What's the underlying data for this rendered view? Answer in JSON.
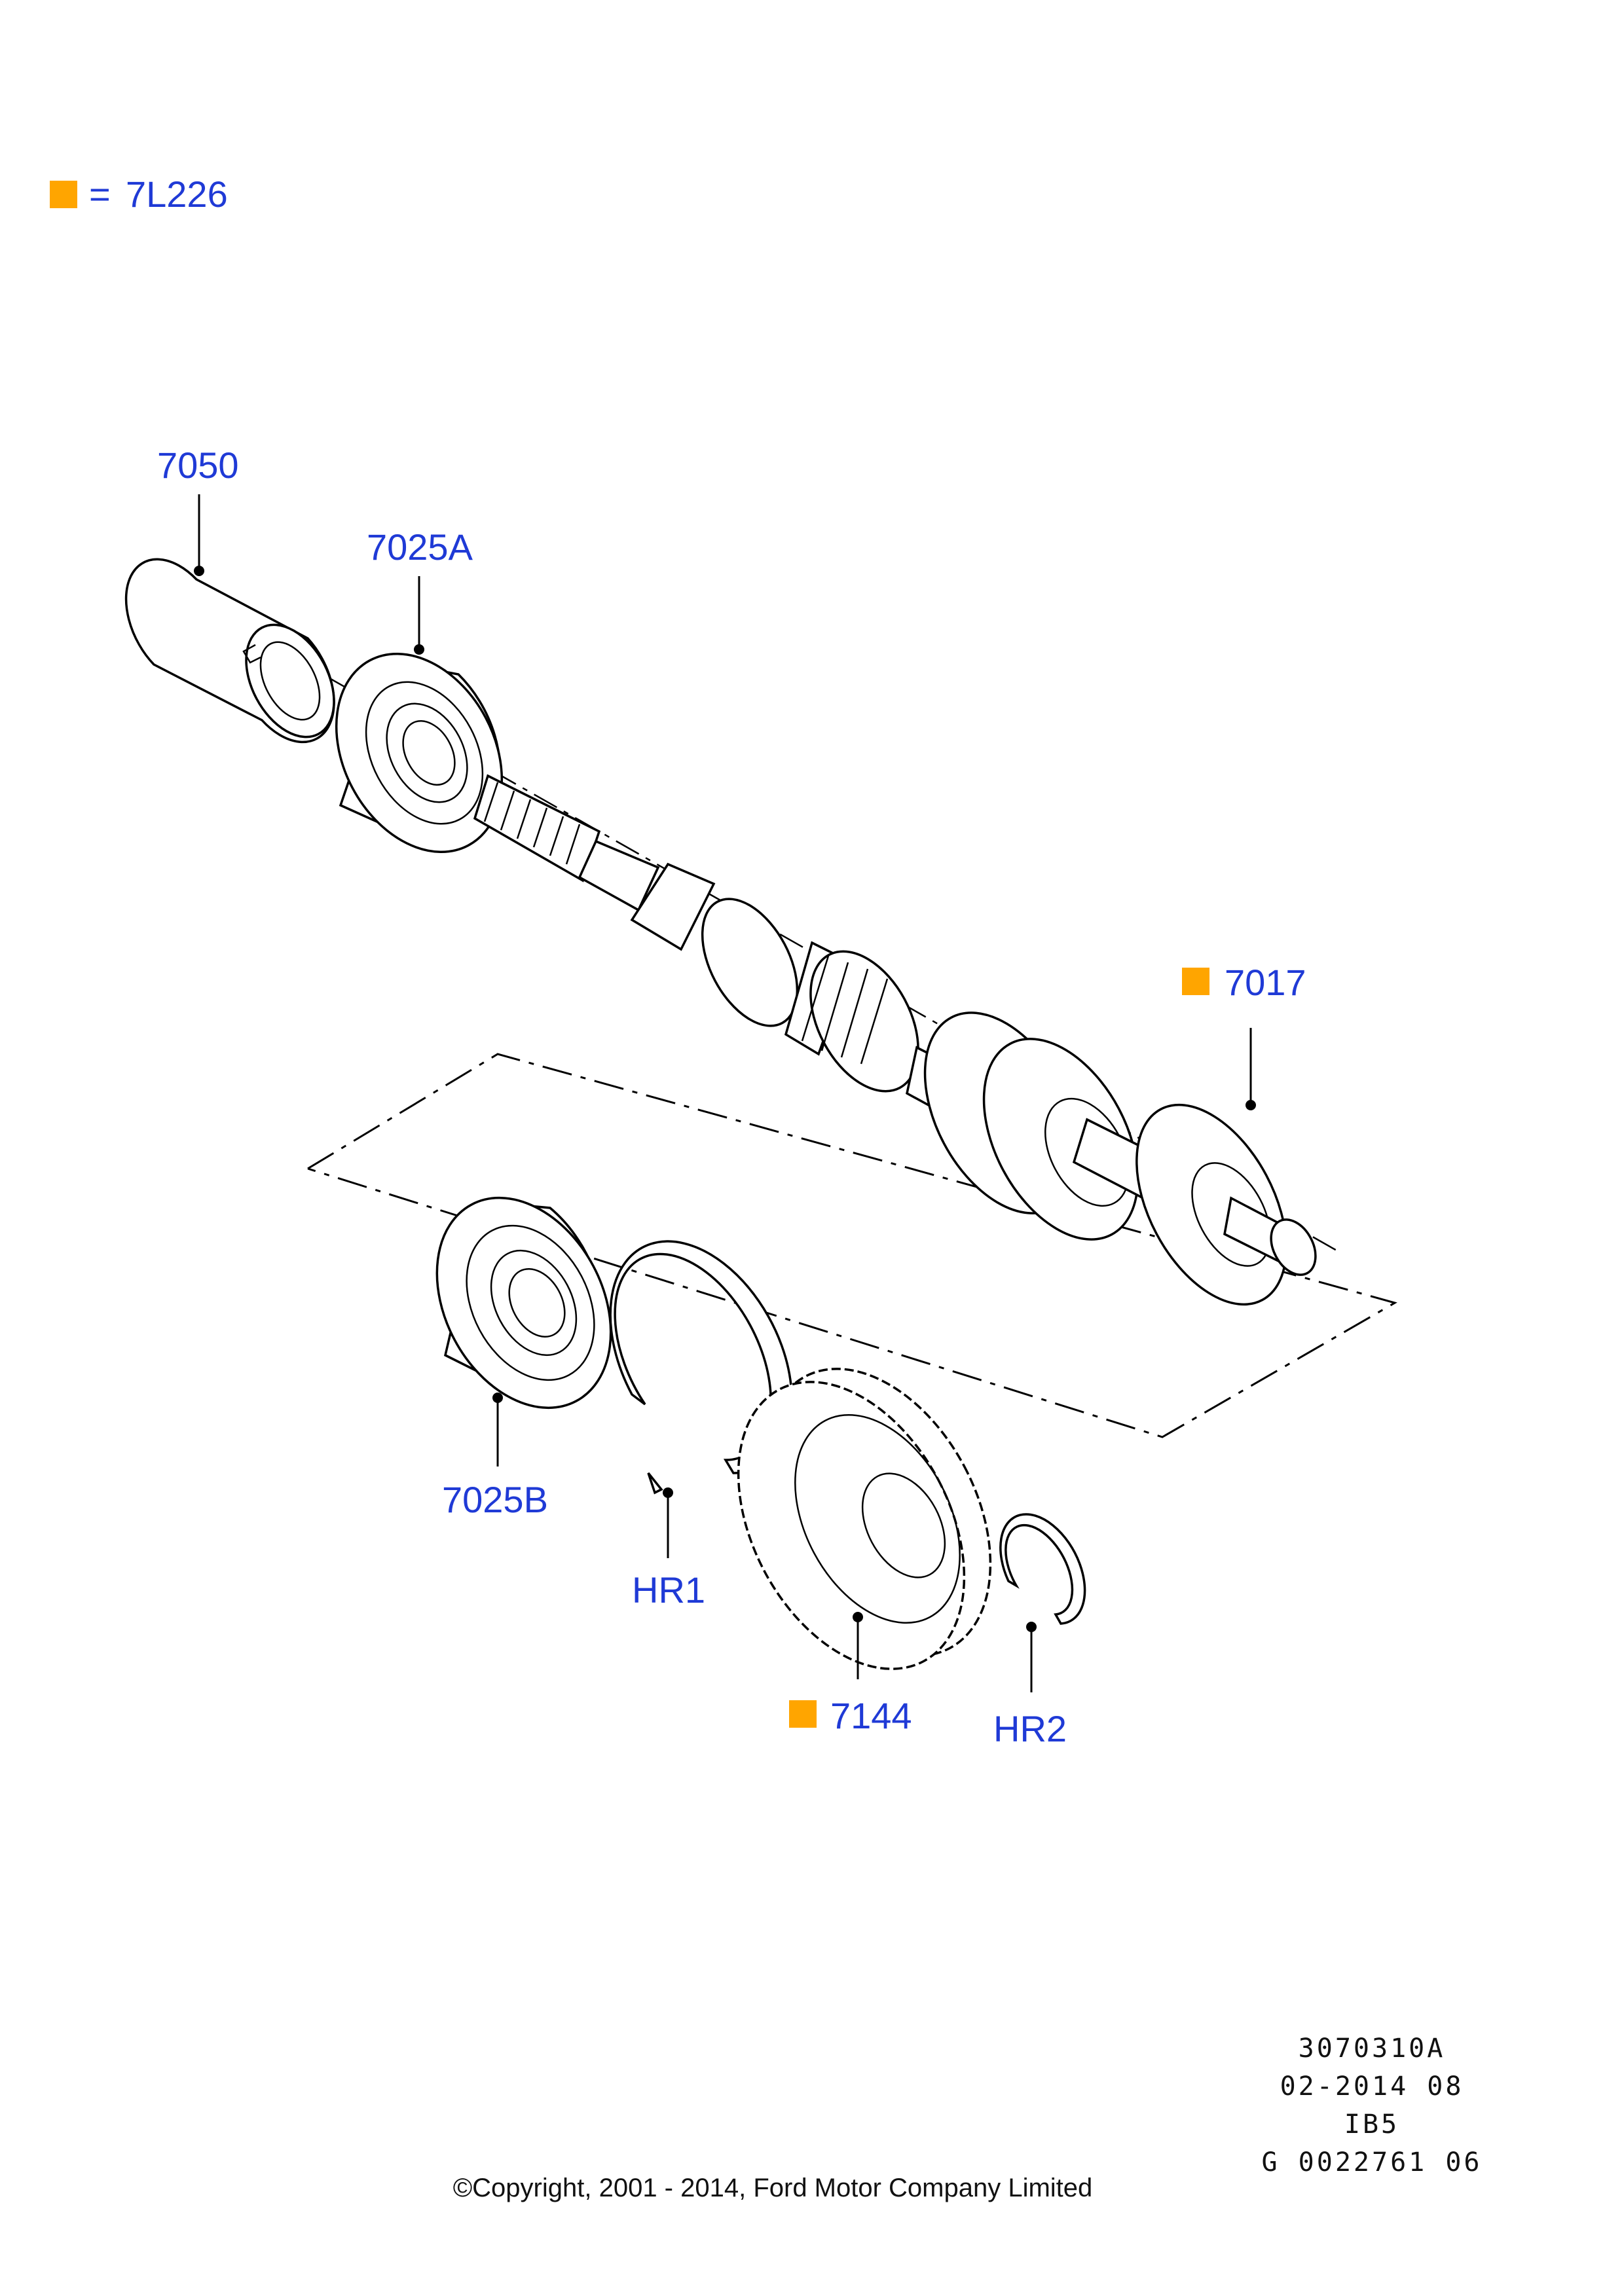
{
  "legend": {
    "symbol_color": "#ffa500",
    "equals": "=",
    "code": "7L226"
  },
  "callouts": {
    "p7050": "7050",
    "p7025A": "7025A",
    "p7017": "7017",
    "p7025B": "7025B",
    "pHR1": "HR1",
    "p7144": "7144",
    "pHR2": "HR2"
  },
  "colors": {
    "label": "#1f3ad6",
    "marker": "#ffa500",
    "line": "#000000"
  },
  "meta": {
    "line1": "3070310A",
    "line2": "02-2014 08",
    "line3": "IB5",
    "line4": "G 0022761 06"
  },
  "copyright": "©Copyright, 2001 - 2014, Ford Motor Company Limited"
}
